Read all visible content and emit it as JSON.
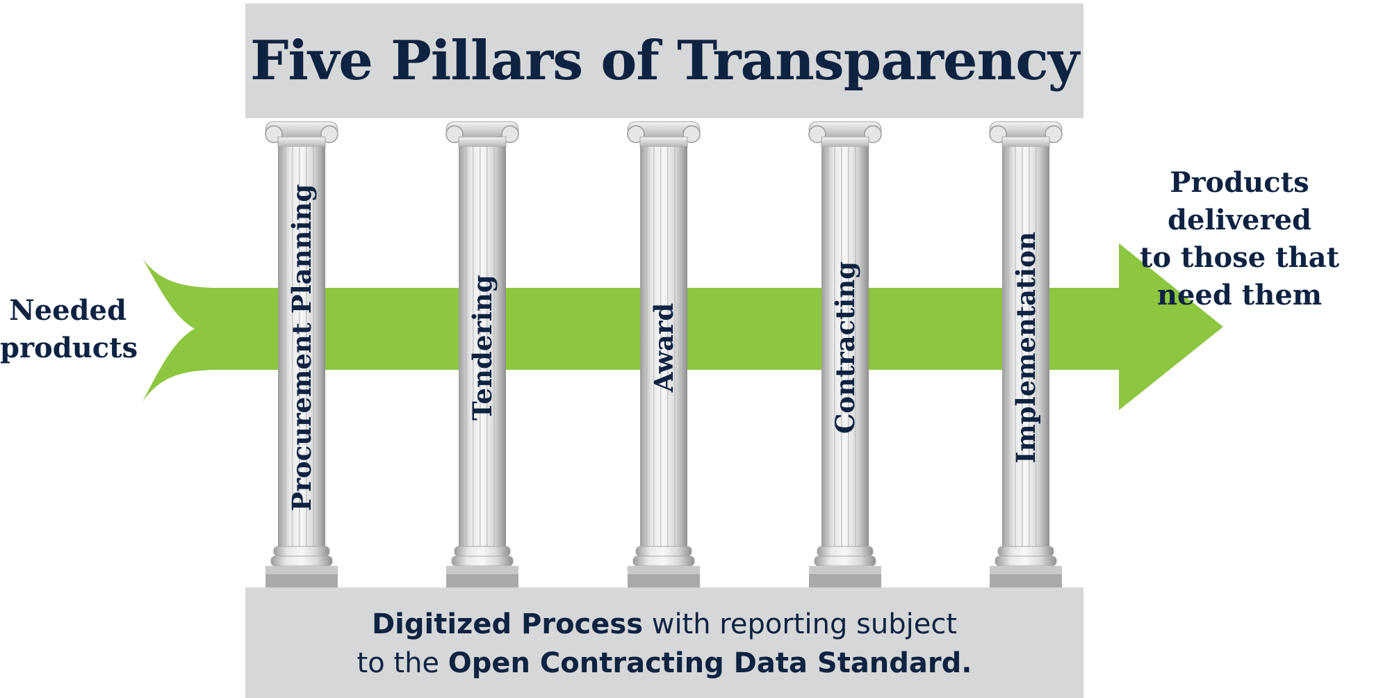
{
  "title": "Five Pillars of Transparency",
  "left_label": {
    "line1": "Needed",
    "line2": "products"
  },
  "right_label": {
    "line1": "Products delivered",
    "line2": "to those that",
    "line3": "need them"
  },
  "pillars": [
    {
      "label": "Procurement Planning"
    },
    {
      "label": "Tendering"
    },
    {
      "label": "Award"
    },
    {
      "label": "Contracting"
    },
    {
      "label": "Implementation"
    }
  ],
  "footer": {
    "bold1": "Digitized Process",
    "text1": " with reporting subject",
    "text2": "to the ",
    "bold2": "Open Contracting Data Standard."
  },
  "colors": {
    "navy": "#0e2241",
    "arrow_green": "#8dc63f",
    "band_gray": "#d6d7d8",
    "pillar_light": "#f1f1f1",
    "pillar_shade": "#a9a9a9"
  }
}
